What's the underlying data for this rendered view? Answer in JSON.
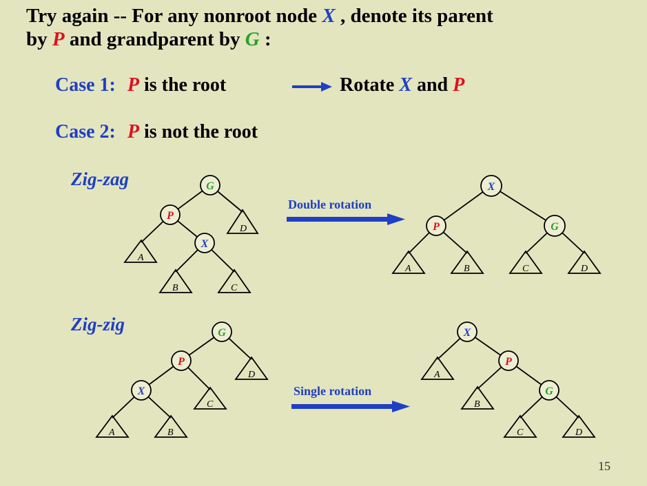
{
  "title": {
    "line1_a": "Try again -- For any nonroot node ",
    "line1_x": "X",
    "line1_b": " , denote its parent",
    "line2_a": "by ",
    "line2_p": "P",
    "line2_b": " and grandparent by ",
    "line2_g": "G",
    "line2_c": " :"
  },
  "case1": {
    "label": "Case 1:",
    "p": "P",
    "text": " is the root",
    "result_a": "Rotate ",
    "result_x": "X",
    "result_b": " and ",
    "result_p": "P"
  },
  "case2": {
    "label": "Case 2:",
    "p": "P",
    "text": " is not the root"
  },
  "zigzag": {
    "label": "Zig-zag",
    "rotation": "Double rotation"
  },
  "zigzig": {
    "label": "Zig-zig",
    "rotation": "Single rotation"
  },
  "colors": {
    "X": "#1f3fc4",
    "P": "#e0101e",
    "G": "#2aa02a",
    "arrow": "#1f3fc4"
  },
  "diagrams": [
    {
      "name": "zigzag-before",
      "nodes": [
        {
          "id": "G",
          "label": "G"
        },
        {
          "id": "P",
          "label": "P"
        },
        {
          "id": "X",
          "label": "X"
        }
      ],
      "subtrees": [
        "A",
        "B",
        "C",
        "D"
      ]
    },
    {
      "name": "zigzag-after",
      "nodes": [
        {
          "id": "X",
          "label": "X"
        },
        {
          "id": "P",
          "label": "P"
        },
        {
          "id": "G",
          "label": "G"
        }
      ],
      "subtrees": [
        "A",
        "B",
        "C",
        "D"
      ]
    },
    {
      "name": "zigzig-before",
      "nodes": [
        {
          "id": "G",
          "label": "G"
        },
        {
          "id": "P",
          "label": "P"
        },
        {
          "id": "X",
          "label": "X"
        }
      ],
      "subtrees": [
        "A",
        "B",
        "C",
        "D"
      ]
    },
    {
      "name": "zigzig-after",
      "nodes": [
        {
          "id": "X",
          "label": "X"
        },
        {
          "id": "P",
          "label": "P"
        },
        {
          "id": "G",
          "label": "G"
        }
      ],
      "subtrees": [
        "A",
        "B",
        "C",
        "D"
      ]
    }
  ],
  "page_number": "15"
}
